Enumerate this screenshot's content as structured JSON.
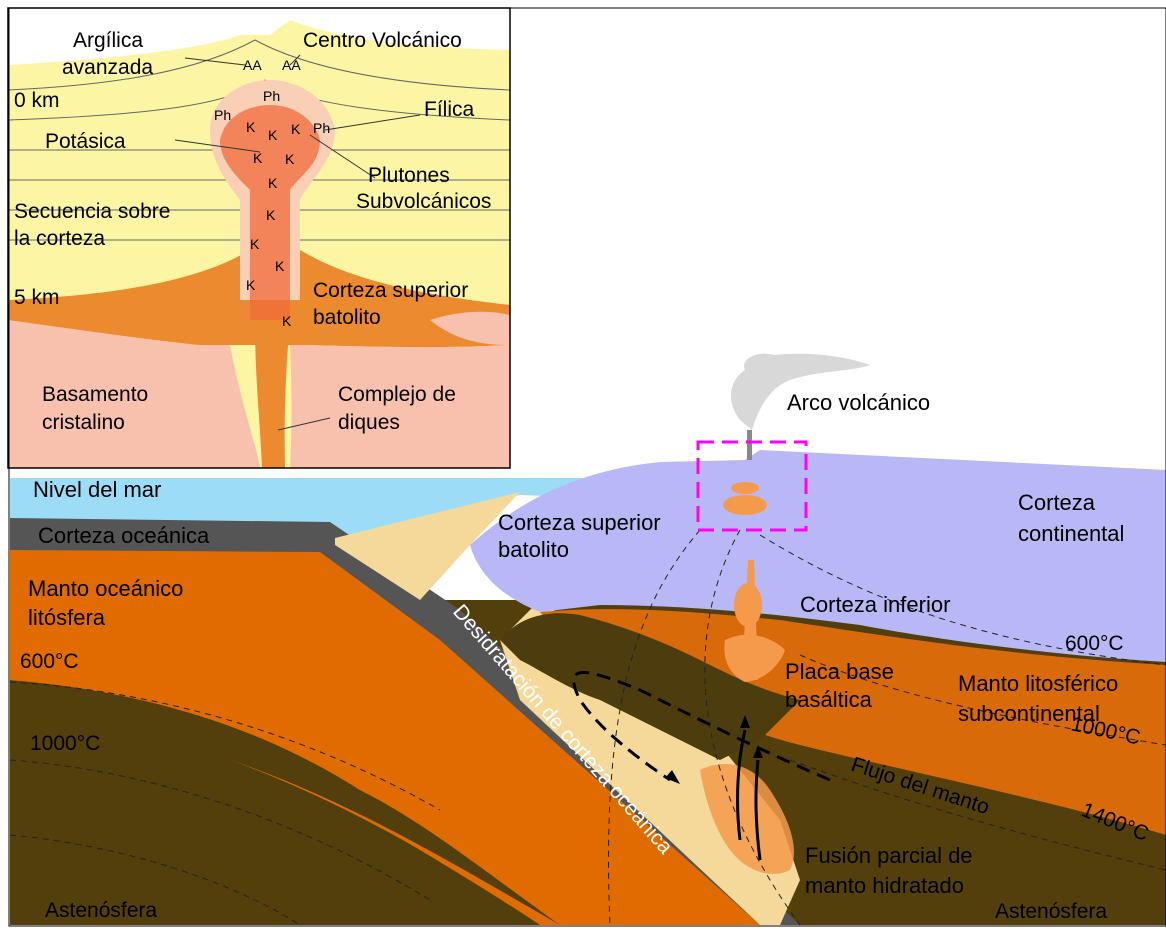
{
  "colors": {
    "sky": "#ffffff",
    "sea": "#9cdcf6",
    "oceanic_crust": "#555555",
    "oceanic_mantle": "#e06c00",
    "asthenosphere": "#523f0c",
    "continental_crust": "#b8b8f6",
    "lower_crust_mantle": "#d86a0a",
    "dark_wedge": "#4d3d0e",
    "sediment": "#f5d99a",
    "melt": "#f59a4b",
    "inset_layer": "#fcf5a4",
    "inset_batholith": "#ec8a30",
    "inset_basement": "#f8c1ad",
    "inset_potassic": "#f06a3a",
    "inset_phyllic": "#f9cfb5",
    "frame_highlight": "#ff00ff",
    "plume": "#d8d8d8"
  },
  "labels": {
    "sea_level": "Nivel del mar",
    "oceanic_crust": "Corteza oceánica",
    "oceanic_mantle_1": "Manto oceánico",
    "oceanic_mantle_2": "litósfera",
    "temp_600_left": "600°C",
    "temp_1000_left": "1000°C",
    "astheno_left": "Astenósfera",
    "dehydration": "Desidratación de corteza oceánica",
    "upper_crust_1": "Corteza superior",
    "upper_crust_2": "batolito",
    "volcanic_arc": "Arco volcánico",
    "continental_crust_1": "Corteza",
    "continental_crust_2": "continental",
    "lower_crust": "Corteza inferior",
    "temp_600_right": "600°C",
    "basaltic_underplate_1": "Placa base",
    "basaltic_underplate_2": "basáltica",
    "subcont_mantle_1": "Manto litosférico",
    "subcont_mantle_2": "subcontinental",
    "temp_1000_right": "1000°C",
    "mantle_flow": "Flujo del manto",
    "temp_1400_right": "1400°C",
    "partial_melt_1": "Fusión parcial de",
    "partial_melt_2": "manto hidratado",
    "astheno_right": "Astenósfera"
  },
  "inset": {
    "advanced_argillic_1": "Argílica",
    "advanced_argillic_2": "avanzada",
    "volcanic_center": "Centro Volcánico",
    "depth_0": "0 km",
    "phyllic": "Fílica",
    "potassic": "Potásica",
    "plutons_1": "Plutones",
    "plutons_2": "Subvolcánicos",
    "sequence_1": "Secuencia sobre",
    "sequence_2": "la corteza",
    "depth_5": "5 km",
    "upper_crust_1": "Corteza superior",
    "upper_crust_2": "batolito",
    "basement_1": "Basamento",
    "basement_2": "cristalino",
    "dike_1": "Complejo de",
    "dike_2": "diques",
    "code_aa": "AA",
    "code_ph": "Ph",
    "code_k": "K"
  }
}
